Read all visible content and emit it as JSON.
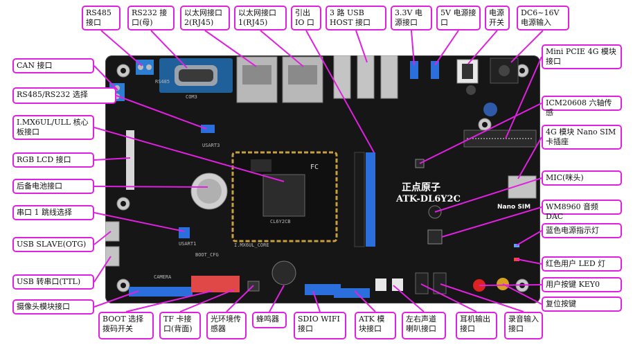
{
  "board": {
    "brand": "正点原子",
    "model": "ATK-DL6Y2C",
    "core_module_label": "I.MX6UL_CORE",
    "core_chip_label": "CL6Y2CB",
    "boot_cfg_label": "BOOT_CFG",
    "camera_label": "CAMERA",
    "nano_sim_label": "Nano SIM",
    "com3_label": "COM3",
    "rs485_label": "RS485",
    "usart3_label": "USART3",
    "usart1_label": "USART1",
    "fc_label": "FC"
  },
  "callouts": [
    {
      "id": "rs485",
      "text": "RS485 接口"
    },
    {
      "id": "rs232",
      "text": "RS232 接口(母)"
    },
    {
      "id": "eth2",
      "text": "以太网接口 2(RJ45)"
    },
    {
      "id": "eth1",
      "text": "以太网接口 1(RJ45)"
    },
    {
      "id": "io",
      "text": "引出 IO 口"
    },
    {
      "id": "usb_host",
      "text": "3 路 USB HOST 接口"
    },
    {
      "id": "pwr33",
      "text": "3.3V 电源接口"
    },
    {
      "id": "pwr5",
      "text": "5V 电源接口"
    },
    {
      "id": "pwr_switch",
      "text": "电源开关"
    },
    {
      "id": "dc_in",
      "text": "DC6~16V 电源输入"
    },
    {
      "id": "can",
      "text": "CAN 接口"
    },
    {
      "id": "rs_select",
      "text": "RS485/RS232 选择"
    },
    {
      "id": "core_board",
      "text": "I.MX6UL/ULL 核心板接口"
    },
    {
      "id": "rgb_lcd",
      "text": "RGB LCD 接口"
    },
    {
      "id": "battery",
      "text": "后备电池接口"
    },
    {
      "id": "uart_jumper",
      "text": "串口 1 跳线选择"
    },
    {
      "id": "usb_slave",
      "text": "USB SLAVE(OTG)"
    },
    {
      "id": "usb_ttl",
      "text": "USB 转串口(TTL)"
    },
    {
      "id": "camera",
      "text": "摄像头模块接口"
    },
    {
      "id": "minipcie",
      "text": "Mini PCIE 4G 模块接口"
    },
    {
      "id": "icm",
      "text": "ICM20608 六轴传感"
    },
    {
      "id": "sim",
      "text": "4G 模块 Nano SIM 卡插座"
    },
    {
      "id": "mic",
      "text": "MIC(咪头)"
    },
    {
      "id": "wm8960",
      "text": "WM8960 音频 DAC"
    },
    {
      "id": "blue_led",
      "text": "蓝色电源指示灯"
    },
    {
      "id": "red_led",
      "text": "红色用户 LED 灯"
    },
    {
      "id": "key0",
      "text": "用户按键 KEY0"
    },
    {
      "id": "reset",
      "text": "复位按键"
    },
    {
      "id": "boot_switch",
      "text": "BOOT 选择拨码开关"
    },
    {
      "id": "tf",
      "text": "TF 卡接口(背面)"
    },
    {
      "id": "light_sensor",
      "text": "光环境传感器"
    },
    {
      "id": "buzzer",
      "text": "蜂鸣器"
    },
    {
      "id": "sdio",
      "text": "SDIO WIFI 接口"
    },
    {
      "id": "atk",
      "text": "ATK 模块接口"
    },
    {
      "id": "speaker",
      "text": "左右声道喇叭接口"
    },
    {
      "id": "headphone",
      "text": "耳机输出接口"
    },
    {
      "id": "line_in",
      "text": "录音输入接口"
    }
  ],
  "colors": {
    "callout_border": "#e020e0",
    "leader_line": "#e020e0",
    "board": "#161616",
    "header_blue": "#2a6fdc",
    "gold": "#c8a040"
  }
}
